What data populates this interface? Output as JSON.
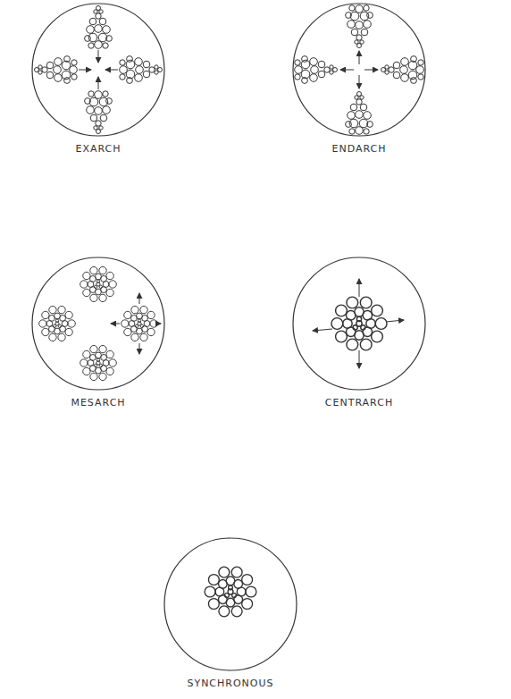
{
  "diagram": {
    "labels": [
      "EXARCH",
      "ENDARCH",
      "MESARCH",
      "CENTRARCH",
      "SYNCHRONOUS"
    ]
  }
}
